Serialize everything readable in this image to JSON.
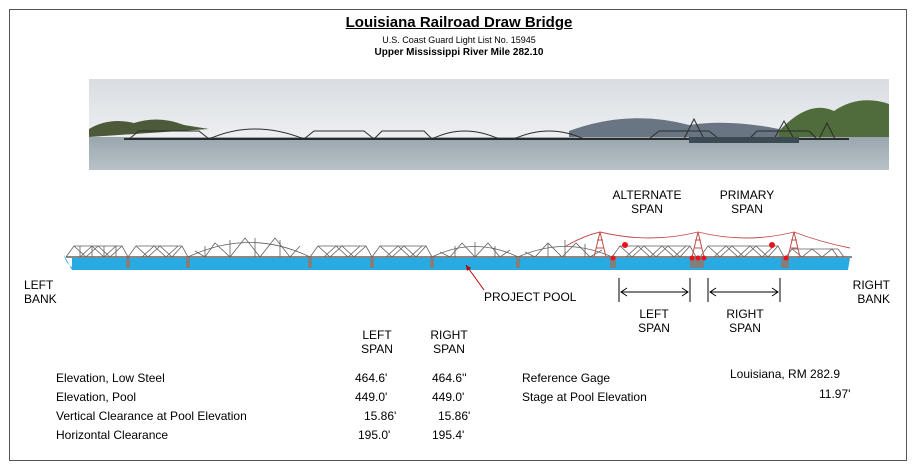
{
  "header": {
    "title": "Louisiana Railroad Draw Bridge",
    "light_list": "U.S. Coast Guard Light List No. 15945",
    "river_mile": "Upper Mississippi River Mile 282.10"
  },
  "diagram": {
    "alternate_span": [
      "ALTERNATE",
      "SPAN"
    ],
    "primary_span": [
      "PRIMARY",
      "SPAN"
    ],
    "left_bank": [
      "LEFT",
      "BANK"
    ],
    "right_bank": [
      "RIGHT",
      "BANK"
    ],
    "project_pool": "PROJECT POOL",
    "left_span": [
      "LEFT",
      "SPAN"
    ],
    "right_span": [
      "RIGHT",
      "SPAN"
    ]
  },
  "table": {
    "col_left": [
      "LEFT",
      "SPAN"
    ],
    "col_right": [
      "RIGHT",
      "SPAN"
    ],
    "rows": [
      {
        "label": "Elevation, Low Steel",
        "left": "464.6'",
        "right": "464.6''"
      },
      {
        "label": "Elevation, Pool",
        "left": "449.0'",
        "right": "449.0'"
      },
      {
        "label": "Vertical Clearance at Pool Elevation",
        "left": "15.86'",
        "right": "15.86'"
      },
      {
        "label": "Horizontal Clearance",
        "left": "195.0'",
        "right": "195.4'"
      }
    ],
    "gage_label": "Reference Gage",
    "gage_value": "Louisiana, RM 282.9",
    "stage_label": "Stage at Pool Elevation",
    "stage_value": "11.97'"
  },
  "colors": {
    "water": "#29abe2",
    "pier": "#7f7f7f",
    "marker": "#e8141b",
    "cable": "#c0504d",
    "truss": "#606060"
  }
}
